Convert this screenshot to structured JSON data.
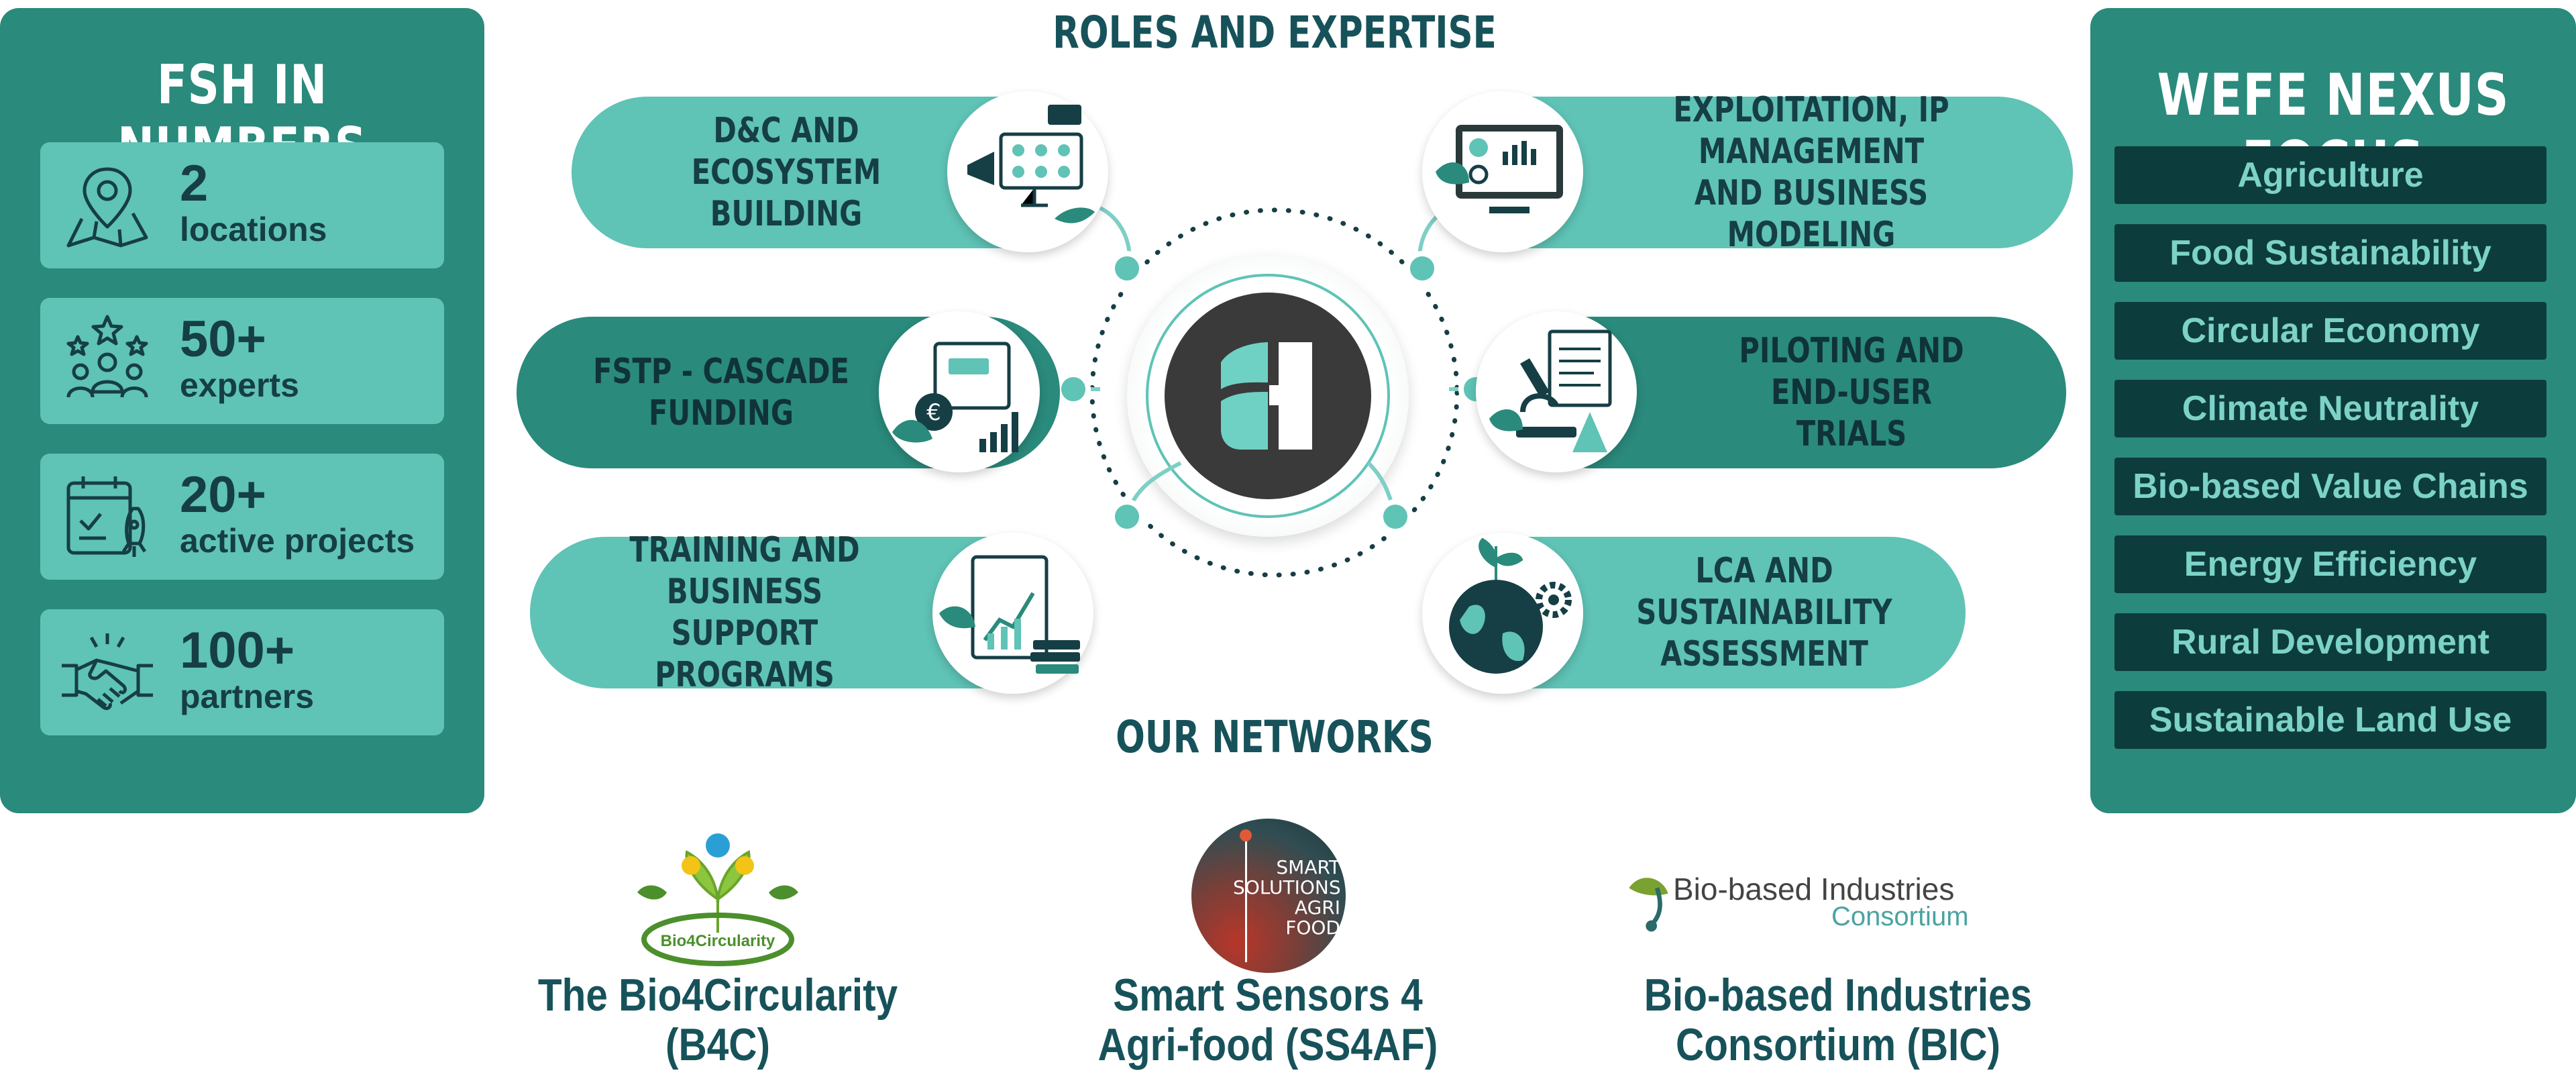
{
  "left_panel": {
    "title": "FSH IN NUMBERS",
    "stats": [
      {
        "value": "2",
        "label": "locations",
        "icon": "map-pin-icon"
      },
      {
        "value": "50+",
        "label": "experts",
        "icon": "experts-stars-icon"
      },
      {
        "value": "20+",
        "label": "active projects",
        "icon": "calendar-rocket-icon"
      },
      {
        "value": "100+",
        "label": "partners",
        "icon": "handshake-icon"
      }
    ]
  },
  "roles": {
    "title": "ROLES AND EXPERTISE",
    "items": [
      {
        "label": "D&C AND ECOSYSTEM\nBUILDING",
        "icon": "megaphone-screen-icon"
      },
      {
        "label": "FSTP - CASCADE FUNDING",
        "icon": "euro-funding-icon"
      },
      {
        "label": "TRAINING AND BUSINESS\nSUPPORT PROGRAMS",
        "icon": "training-chart-books-icon"
      },
      {
        "label": "EXPLOITATION, IP MANAGEMENT\nAND BUSINESS MODELING",
        "icon": "dashboard-gear-icon"
      },
      {
        "label": "PILOTING AND END-USER\nTRIALS",
        "icon": "microscope-document-icon"
      },
      {
        "label": "LCA AND SUSTAINABILITY\nASSESSMENT",
        "icon": "globe-plant-gear-icon"
      }
    ]
  },
  "networks": {
    "title": "OUR NETWORKS",
    "items": [
      {
        "name": "The Bio4Circularity\n(B4C)",
        "logo_text": "Bio4Circularity"
      },
      {
        "name": "Smart Sensors 4\nAgri-food (SS4AF)",
        "logo_text": "SMART\nSOLUTIONS\nAGRI\nFOOD"
      },
      {
        "name": "Bio-based Industries\nConsortium (BIC)",
        "logo_text": "Bio-based Industries",
        "logo_subtext": "Consortium"
      }
    ]
  },
  "right_panel": {
    "title": "WEFE NEXUS FOCUS",
    "items": [
      "Agriculture",
      "Food Sustainability",
      "Circular Economy",
      "Climate Neutrality",
      "Bio-based Value Chains",
      "Energy Efficiency",
      "Rural Development",
      "Sustainable Land Use"
    ]
  },
  "colors": {
    "panel": "#2a8a7c",
    "card": "#5fc3b6",
    "focus_item_bg": "#0d3c3d",
    "focus_item_text": "#7cd2c6",
    "heading": "#17525a",
    "logo_dark": "#3a3a3a"
  }
}
